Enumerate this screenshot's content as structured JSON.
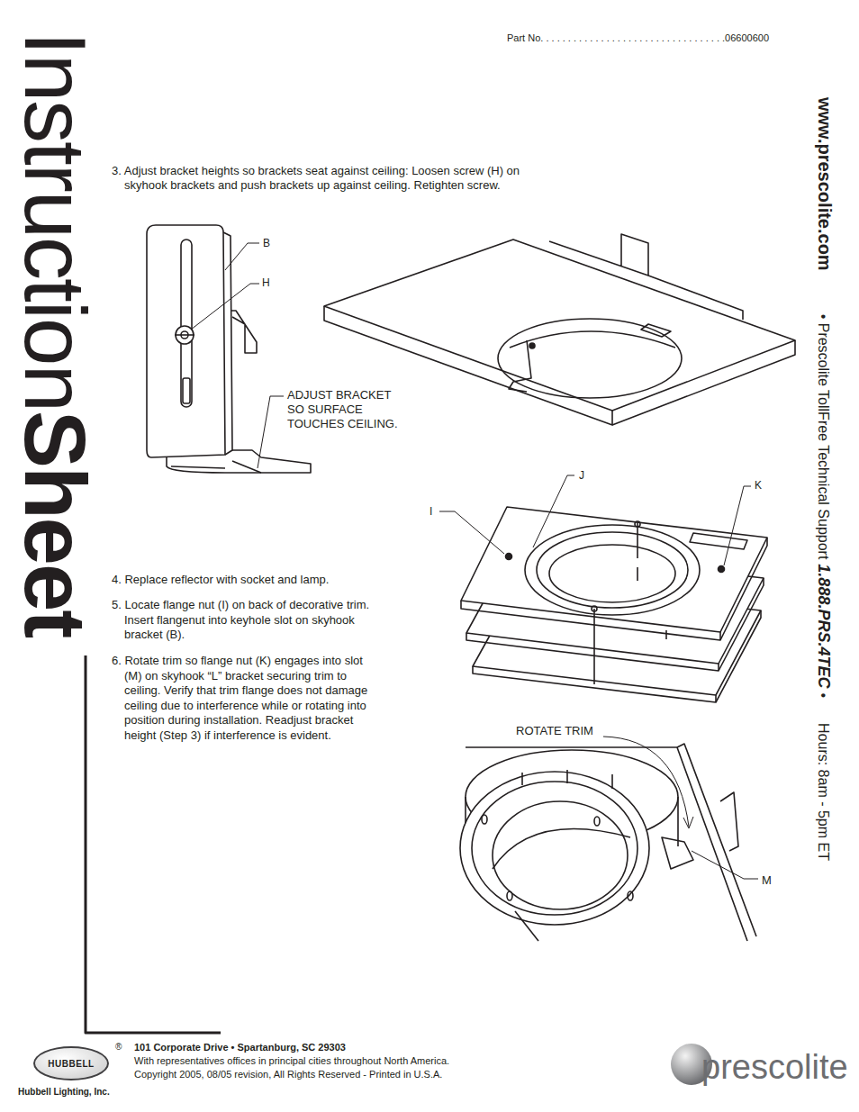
{
  "diagram": {
    "nodes": [
      {
        "text": [
          "HUBBELL"
        ]
      }
    ],
    "labels": [
      "Part No. . . . . . . . . . . . . . . . . . . . . . . . . . . . . . . . . .06600600",
      "Instruction",
      "Sheet",
      "3. Adjust bracket heights so brackets seat against ceiling: Loosen screw (H) on skyhook brackets and push brackets up against ceiling. Retighten screw.",
      "B",
      "H",
      "ADJUST BRACKET SO SURFACE TOUCHES CEILING.",
      "J",
      "K",
      "I",
      "4. Replace reflector with socket and lamp.",
      "5. Locate flange nut (I) on back of decorative trim. Insert flangenut into keyhole slot on skyhook bracket (B).",
      "6. Rotate trim so flange nut (K) engages into slot (M) on skyhook “L” bracket securing trim to ceiling. Verify that trim flange does not damage ceiling due to interference while or rotating into position during installation. Readjust bracket height (Step 3) if interference is evident.",
      "ROTATE TRIM",
      "M",
      "www.prescolite.com",
      "• Prescolite TollFree Technical Support",
      "1.888.PRS.4TEC",
      "•",
      "Hours: 8am - 5pm ET",
      "®",
      "Hubbell Lighting, Inc.",
      "101 Corporate Drive • Spartanburg, SC  29303",
      "With representatives offices in principal cities throughout North America.",
      "Copyright 2005, 08/05 revision, All Rights Reserved - Printed in U.S.A.",
      "prescolite"
    ]
  }
}
